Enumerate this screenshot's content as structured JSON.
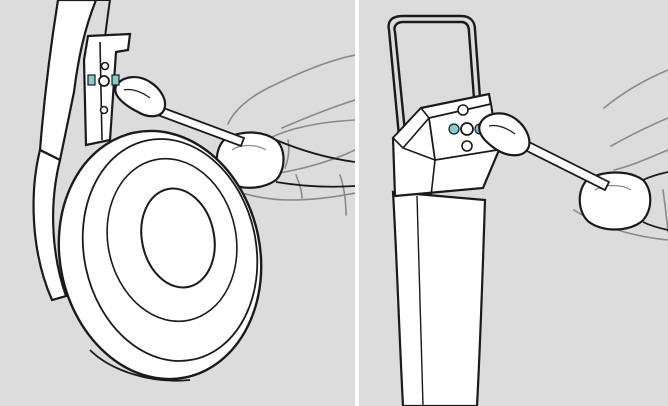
{
  "figure": {
    "panels": [
      {
        "id": "left",
        "depicts": "headset-earpad-contact-cleaning"
      },
      {
        "id": "right",
        "depicts": "charging-cradle-contact-cleaning"
      }
    ],
    "colors": {
      "background": "#dcdcdc",
      "line": "#1a1a1a",
      "fill": "#ffffff",
      "contact_highlight": "#7fcfca",
      "finger_line": "#8a8a8a"
    },
    "icons": [
      "cotton-swab-icon",
      "hand-icon",
      "headset-icon",
      "charging-cradle-icon"
    ]
  }
}
